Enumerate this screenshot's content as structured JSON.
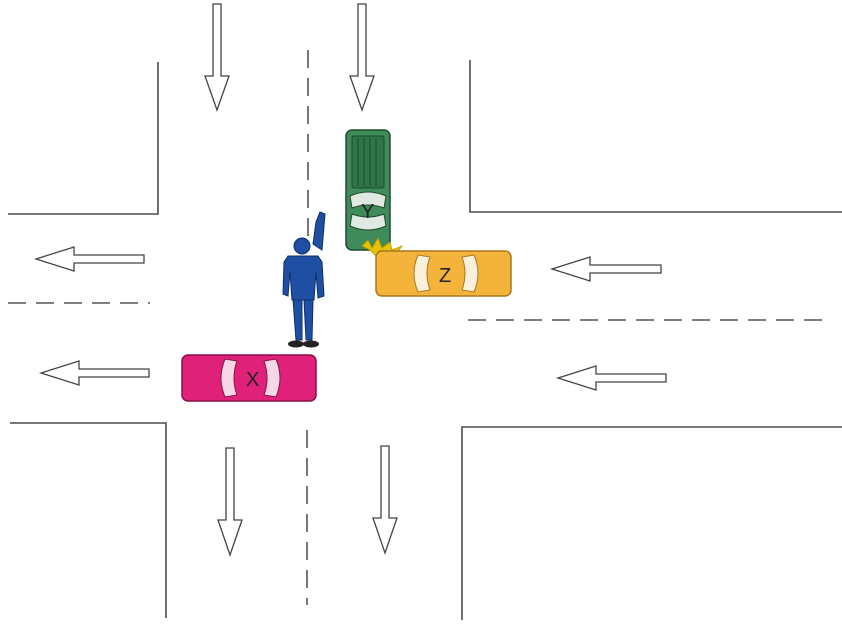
{
  "vehicles": [
    {
      "id": "car-x",
      "label": "X",
      "color": "#e0217a"
    },
    {
      "id": "car-z",
      "label": "Z",
      "color": "#f4b43c"
    },
    {
      "id": "car-y",
      "label": "Y",
      "color": "#3f8c5a"
    }
  ],
  "officer": {
    "color": "#1f4fa3"
  },
  "colors": {
    "road_line": "#4a4a4a",
    "arrow_fill": "#ffffff",
    "arrow_stroke": "#444444",
    "impact": "#e6c200"
  }
}
